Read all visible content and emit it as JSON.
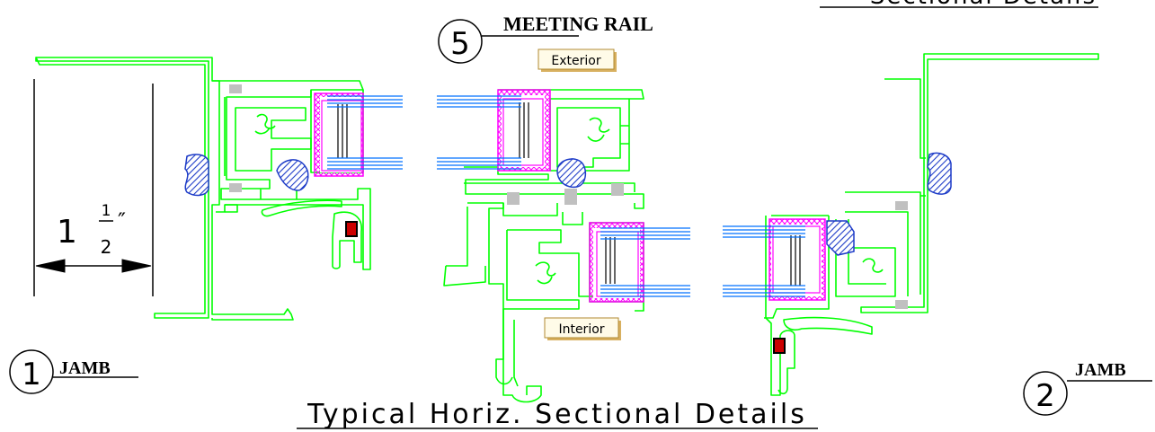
{
  "drawing": {
    "title": "Typical Horiz. Sectional Details",
    "top_right_partial_title": "Sectional Details",
    "tags": {
      "exterior": "Exterior",
      "interior": "Interior"
    },
    "callouts": [
      {
        "number": "5",
        "label": "MEETING RAIL"
      },
      {
        "number": "1",
        "label": "JAMB"
      },
      {
        "number": "2",
        "label": "JAMB"
      }
    ],
    "dimension": {
      "whole": "1",
      "numerator": "1",
      "denominator": "2",
      "unit": "″"
    }
  },
  "colors": {
    "frame": "#00ff00",
    "glazing": "#0070ff",
    "gasket": "#ff00ff",
    "weatherstrip": "#1e3cc8",
    "spacer": "#c0c0c0",
    "screw": "#cc0000",
    "ink": "#000000"
  }
}
